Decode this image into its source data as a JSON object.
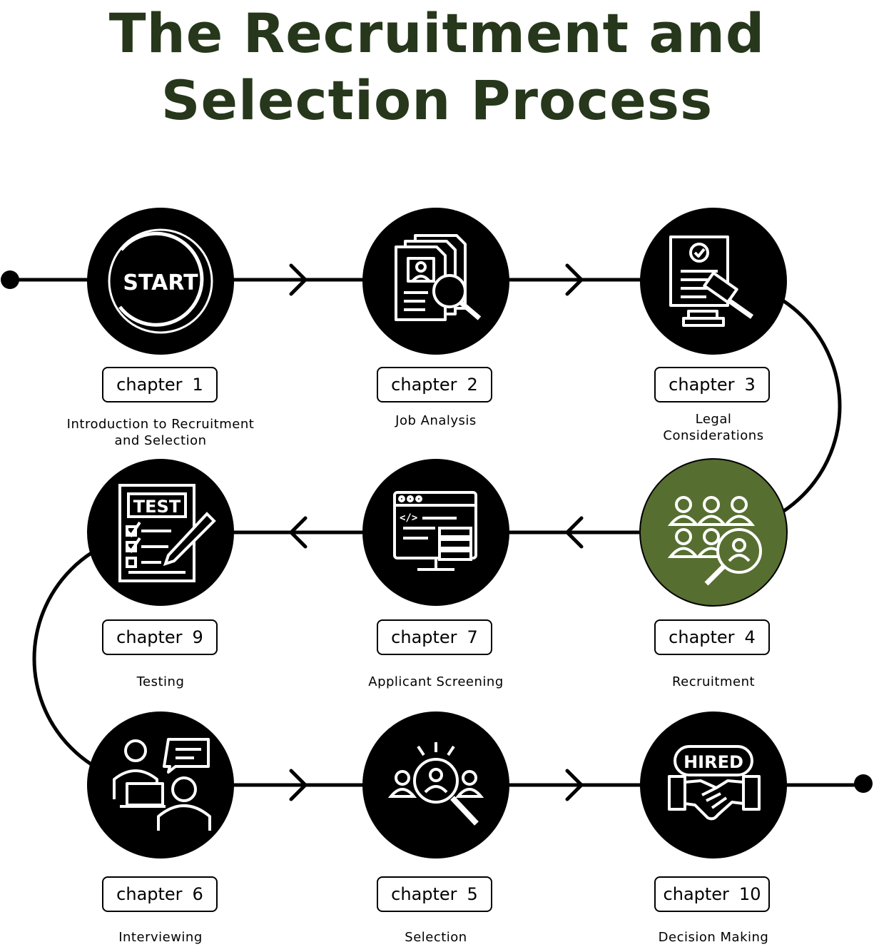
{
  "title": {
    "line1": "The Recruitment and",
    "line2": "Selection Process"
  },
  "colors": {
    "title": "#26371b",
    "node": "#000000",
    "highlight": "#576e31",
    "icon": "#ffffff"
  },
  "chapter_word": "chapter",
  "steps": [
    {
      "number": "1",
      "label": "Introduction to Recruitment",
      "label2": "and Selection",
      "icon": "start-icon",
      "icon_text": "START"
    },
    {
      "number": "2",
      "label": "Job Analysis",
      "icon": "document-search-icon"
    },
    {
      "number": "3",
      "label": "Legal",
      "label2": "Considerations",
      "icon": "legal-gavel-icon"
    },
    {
      "number": "4",
      "label": "Recruitment",
      "icon": "people-search-icon",
      "highlighted": true
    },
    {
      "number": "7",
      "label": "Applicant Screening",
      "icon": "code-screen-icon"
    },
    {
      "number": "9",
      "label": "Testing",
      "icon": "test-checklist-icon",
      "icon_text": "TEST"
    },
    {
      "number": "6",
      "label": "Interviewing",
      "icon": "interview-icon"
    },
    {
      "number": "5",
      "label": "Selection",
      "icon": "candidate-search-icon"
    },
    {
      "number": "10",
      "label": "Decision Making",
      "icon": "hired-handshake-icon",
      "icon_text": "HIRED"
    }
  ]
}
